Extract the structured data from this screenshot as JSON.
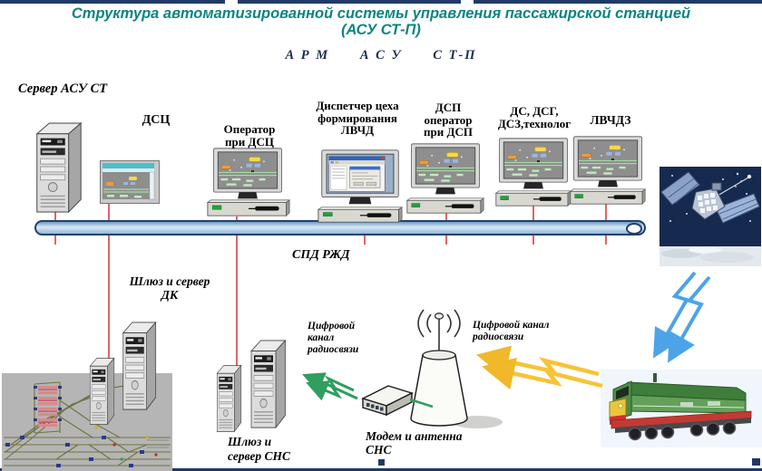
{
  "slide": {
    "title_line1": "Структура автоматизированной системы управления пассажирской станцией",
    "title_line2": "(АСУ СТ-П)",
    "heading": "А Р М      А С У      С Т-П"
  },
  "nodes": {
    "server_asu": {
      "label": "Сервер АСУ СТ",
      "icon": "server-tower"
    },
    "dsc": {
      "label": "ДСЦ",
      "icon": "rail-scheme-display"
    },
    "operator_dsc": {
      "lines": [
        "Оператор",
        "при ДСЦ"
      ],
      "icon": "workstation-monitor"
    },
    "lvchd": {
      "lines": [
        "Диспетчер цеха",
        "формирования",
        "ЛВЧД"
      ],
      "icon": "workstation-monitor"
    },
    "dsp": {
      "lines": [
        "ДСП",
        "оператор",
        "при ДСП"
      ],
      "icon": "workstation-monitor"
    },
    "ds": {
      "lines": [
        "ДС, ДСГ,",
        "ДСЗ,технолог"
      ],
      "icon": "workstation-monitor"
    },
    "lvchdz": {
      "label": "ЛВЧДЗ",
      "icon": "workstation-monitor"
    },
    "gw_dk": {
      "lines": [
        "Шлюз и сервер",
        "ДК"
      ],
      "icon": "gateway-server-towers"
    },
    "gw_sns": {
      "lines": [
        "Шлюз и",
        "сервер СНС"
      ],
      "icon": "gateway-server-towers"
    },
    "modem_antenna": {
      "lines": [
        "Модем и антенна",
        "СНС"
      ],
      "icon": "modem-and-antenna-cone"
    },
    "satellite": {
      "icon": "satellite-photo"
    },
    "train": {
      "icon": "locomotive-photo"
    },
    "track_plan": {
      "icon": "station-track-diagram"
    }
  },
  "network": {
    "bus_label": "СПД РЖД",
    "radio_left": {
      "lines": [
        "Цифровой",
        "канал",
        "радиосвязи"
      ]
    },
    "radio_right": {
      "lines": [
        "Цифровой канал",
        "радиосвязи"
      ]
    }
  },
  "colors": {
    "title_teal": "#0e8481",
    "heading_navy": "#1b2a52",
    "bus_fill": "#9fc0de",
    "bus_border": "#23406e",
    "drop_line_red": "#dd6663",
    "radio_green": "#2f9e5f",
    "radio_yellow": "#f7c437",
    "radio_blue": "#4da3e8"
  }
}
